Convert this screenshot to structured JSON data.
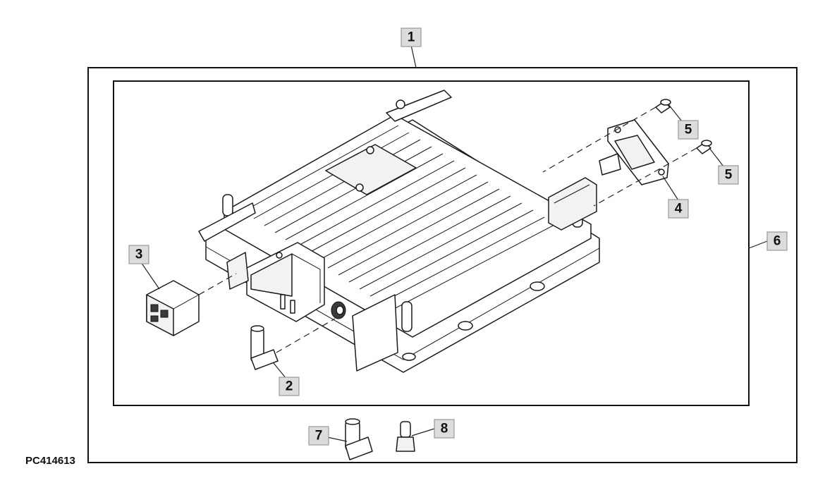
{
  "figure_id": "PC414613",
  "callouts": {
    "c1": "1",
    "c2": "2",
    "c3": "3",
    "c4": "4",
    "c5a": "5",
    "c5b": "5",
    "c6": "6",
    "c7": "7",
    "c8": "8"
  }
}
